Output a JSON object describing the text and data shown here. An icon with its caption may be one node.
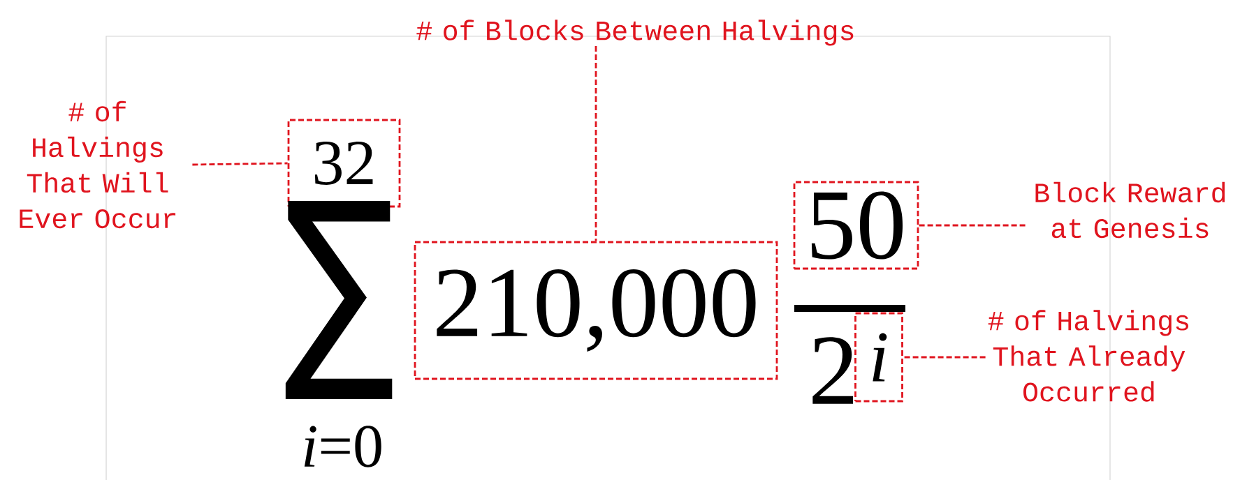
{
  "diagram": {
    "nodes": [
      {
        "text": [
          "# of Halvings That Will Ever Occur"
        ]
      },
      {
        "text": [
          "32"
        ]
      },
      {
        "text": [
          "# of Blocks Between Halvings"
        ]
      },
      {
        "text": [
          "210,000"
        ]
      },
      {
        "text": [
          "Block Reward at Genesis"
        ]
      },
      {
        "text": [
          "50"
        ]
      },
      {
        "text": [
          "# of Halvings That Already Occurred"
        ]
      },
      {
        "text": [
          "i"
        ]
      }
    ],
    "edges": [
      {
        "from": 0,
        "to": 1,
        "arrow": "none",
        "style": "dashed"
      },
      {
        "from": 2,
        "to": 3,
        "arrow": "none",
        "style": "dashed"
      },
      {
        "from": 4,
        "to": 5,
        "arrow": "none",
        "style": "dashed"
      },
      {
        "from": 6,
        "to": 7,
        "arrow": "none",
        "style": "dashed"
      }
    ],
    "labels": [
      "∑",
      "*i*=0",
      "2"
    ]
  }
}
